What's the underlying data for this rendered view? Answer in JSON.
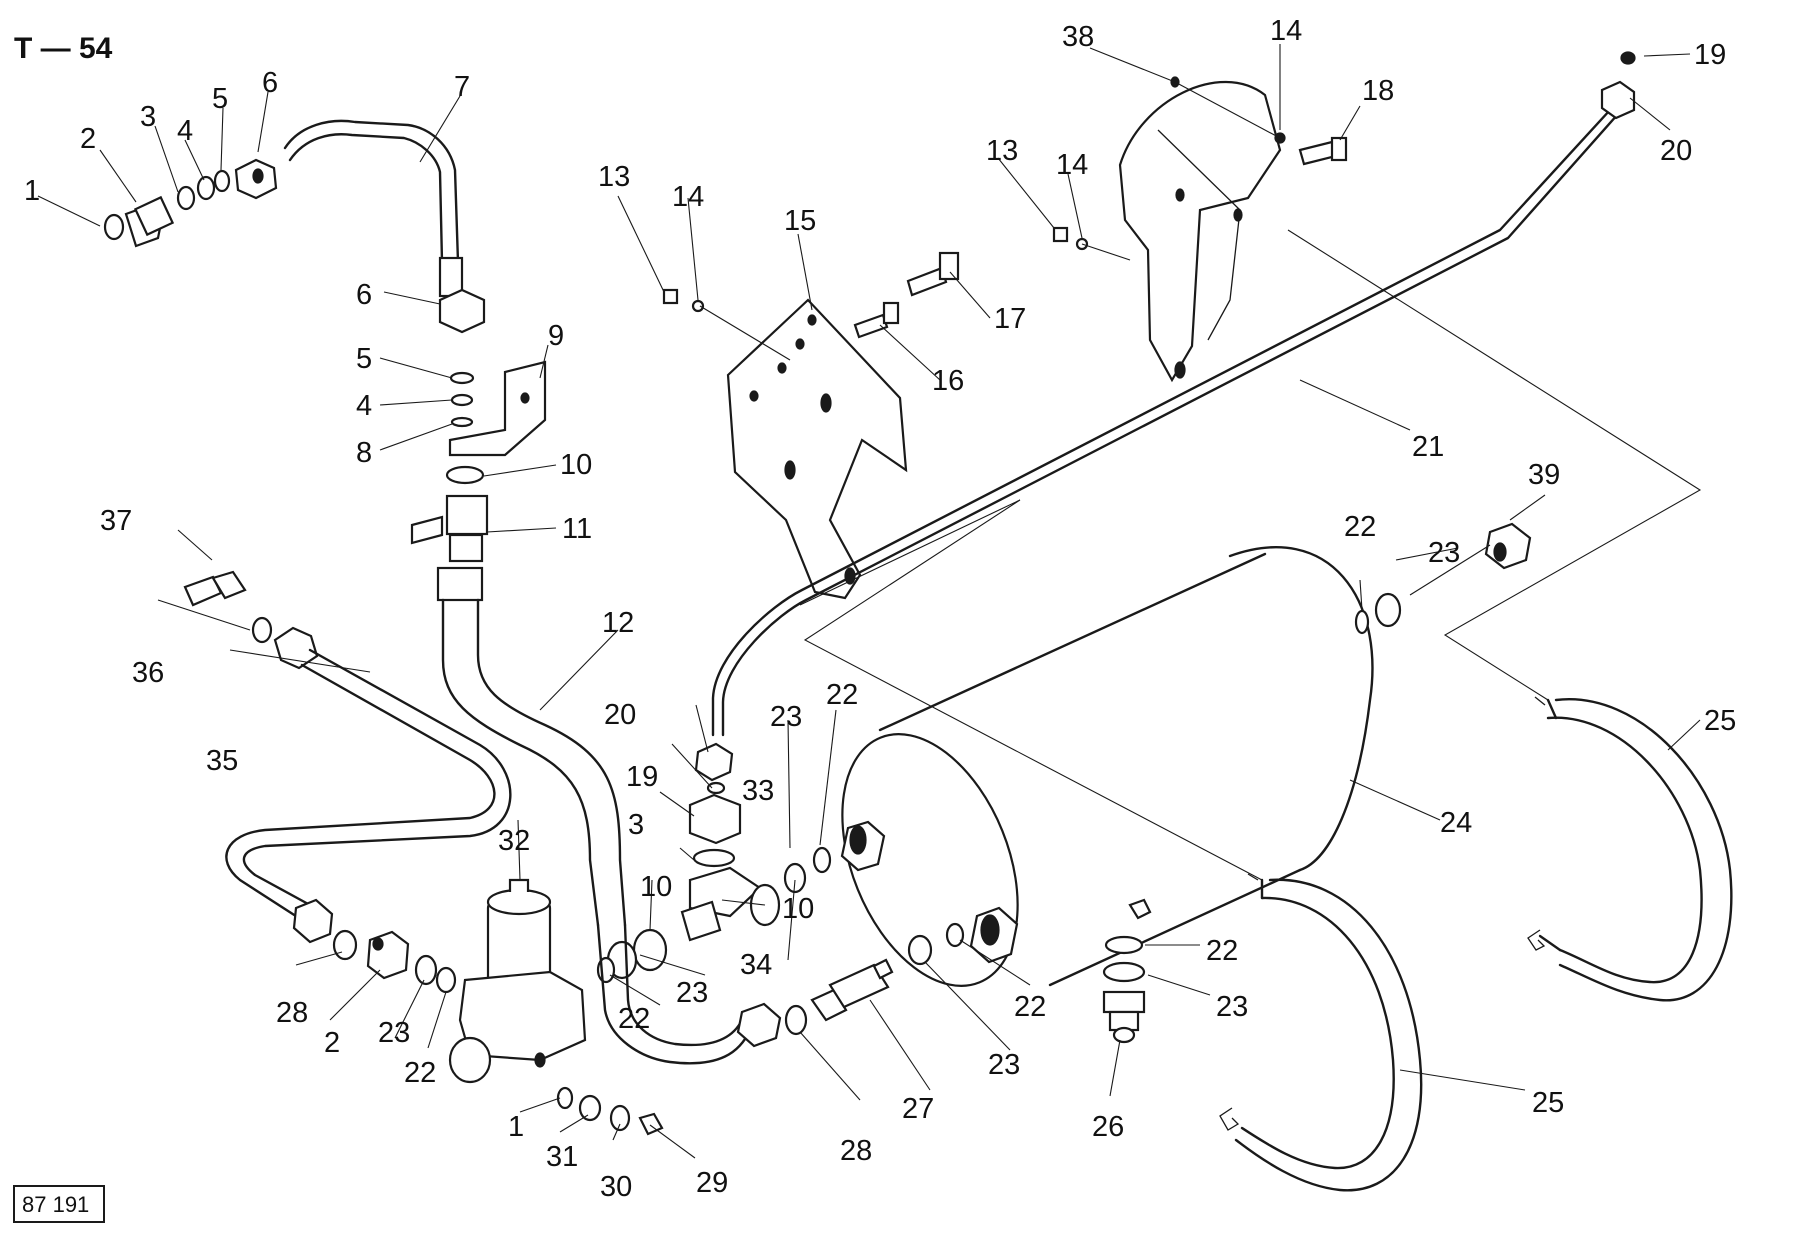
{
  "title": "T — 54",
  "stamp": "87 191",
  "callouts": [
    {
      "id": "c1a",
      "text": "1"
    },
    {
      "id": "c2a",
      "text": "2"
    },
    {
      "id": "c3a",
      "text": "3"
    },
    {
      "id": "c4a",
      "text": "4"
    },
    {
      "id": "c5a",
      "text": "5"
    },
    {
      "id": "c6a",
      "text": "6"
    },
    {
      "id": "c7",
      "text": "7"
    },
    {
      "id": "c6b",
      "text": "6"
    },
    {
      "id": "c5b",
      "text": "5"
    },
    {
      "id": "c4b",
      "text": "4"
    },
    {
      "id": "c8",
      "text": "8"
    },
    {
      "id": "c9",
      "text": "9"
    },
    {
      "id": "c10a",
      "text": "10"
    },
    {
      "id": "c11",
      "text": "11"
    },
    {
      "id": "c12",
      "text": "12"
    },
    {
      "id": "c13a",
      "text": "13"
    },
    {
      "id": "c14a",
      "text": "14"
    },
    {
      "id": "c15",
      "text": "15"
    },
    {
      "id": "c16",
      "text": "16"
    },
    {
      "id": "c17",
      "text": "17"
    },
    {
      "id": "c13b",
      "text": "13"
    },
    {
      "id": "c14b",
      "text": "14"
    },
    {
      "id": "c38",
      "text": "38"
    },
    {
      "id": "c14c",
      "text": "14"
    },
    {
      "id": "c18",
      "text": "18"
    },
    {
      "id": "c19a",
      "text": "19"
    },
    {
      "id": "c20a",
      "text": "20"
    },
    {
      "id": "c21",
      "text": "21"
    },
    {
      "id": "c39",
      "text": "39"
    },
    {
      "id": "c22a",
      "text": "22"
    },
    {
      "id": "c23a",
      "text": "23"
    },
    {
      "id": "c25a",
      "text": "25"
    },
    {
      "id": "c24",
      "text": "24"
    },
    {
      "id": "c37",
      "text": "37"
    },
    {
      "id": "c36",
      "text": "36"
    },
    {
      "id": "c35",
      "text": "35"
    },
    {
      "id": "c20b",
      "text": "20"
    },
    {
      "id": "c19b",
      "text": "19"
    },
    {
      "id": "c3b",
      "text": "3"
    },
    {
      "id": "c33",
      "text": "33"
    },
    {
      "id": "c23b",
      "text": "23"
    },
    {
      "id": "c22b",
      "text": "22"
    },
    {
      "id": "c32",
      "text": "32"
    },
    {
      "id": "c10b",
      "text": "10"
    },
    {
      "id": "c10c",
      "text": "10"
    },
    {
      "id": "c34",
      "text": "34"
    },
    {
      "id": "c23c",
      "text": "23"
    },
    {
      "id": "c22c",
      "text": "22"
    },
    {
      "id": "c28a",
      "text": "28"
    },
    {
      "id": "c2b",
      "text": "2"
    },
    {
      "id": "c23d",
      "text": "23"
    },
    {
      "id": "c22d",
      "text": "22"
    },
    {
      "id": "c1b",
      "text": "1"
    },
    {
      "id": "c31",
      "text": "31"
    },
    {
      "id": "c30",
      "text": "30"
    },
    {
      "id": "c29",
      "text": "29"
    },
    {
      "id": "c28b",
      "text": "28"
    },
    {
      "id": "c27",
      "text": "27"
    },
    {
      "id": "c23e",
      "text": "23"
    },
    {
      "id": "c22e",
      "text": "22"
    },
    {
      "id": "c22f",
      "text": "22"
    },
    {
      "id": "c23f",
      "text": "23"
    },
    {
      "id": "c26",
      "text": "26"
    },
    {
      "id": "c25b",
      "text": "25"
    }
  ]
}
